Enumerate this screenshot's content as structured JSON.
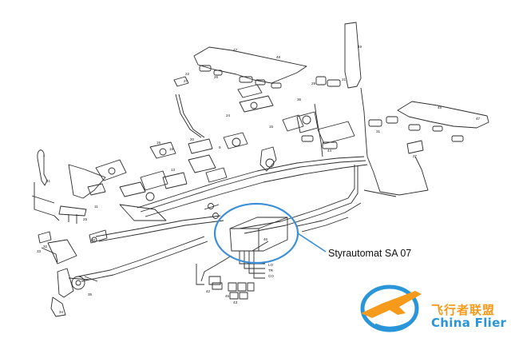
{
  "callout": {
    "text": "Styrautomat SA 07"
  },
  "component_labels": {
    "n1": "1",
    "n27a": "27",
    "n22": "22",
    "n26": "26",
    "n24": "24",
    "n15": "15",
    "n29": "29",
    "n21": "21",
    "n36": "36",
    "n48a": "48",
    "n49": "49",
    "n47a": "47",
    "n48b": "48",
    "n47b": "47",
    "n31": "31",
    "n44": "44",
    "n27b": "27",
    "n16": "16",
    "n20": "20",
    "n9": "9",
    "n18": "18",
    "n13": "13",
    "n32": "32",
    "n33": "33",
    "n34": "34",
    "n35": "35",
    "n42": "42",
    "n43": "43",
    "n45": "45",
    "n46": "46",
    "n41": "41",
    "n28": "28",
    "n25": "25",
    "n11": "11",
    "out_lo": "LO",
    "out_tr": "TR",
    "out_co": "CO"
  },
  "watermark": {
    "cn": "飞行者联盟",
    "en": "China Flier"
  },
  "colors": {
    "line": "#2b2b2b",
    "highlight": "#3b8fd9",
    "brand_orange": "#f59a1b",
    "brand_blue": "#2a95d8"
  }
}
